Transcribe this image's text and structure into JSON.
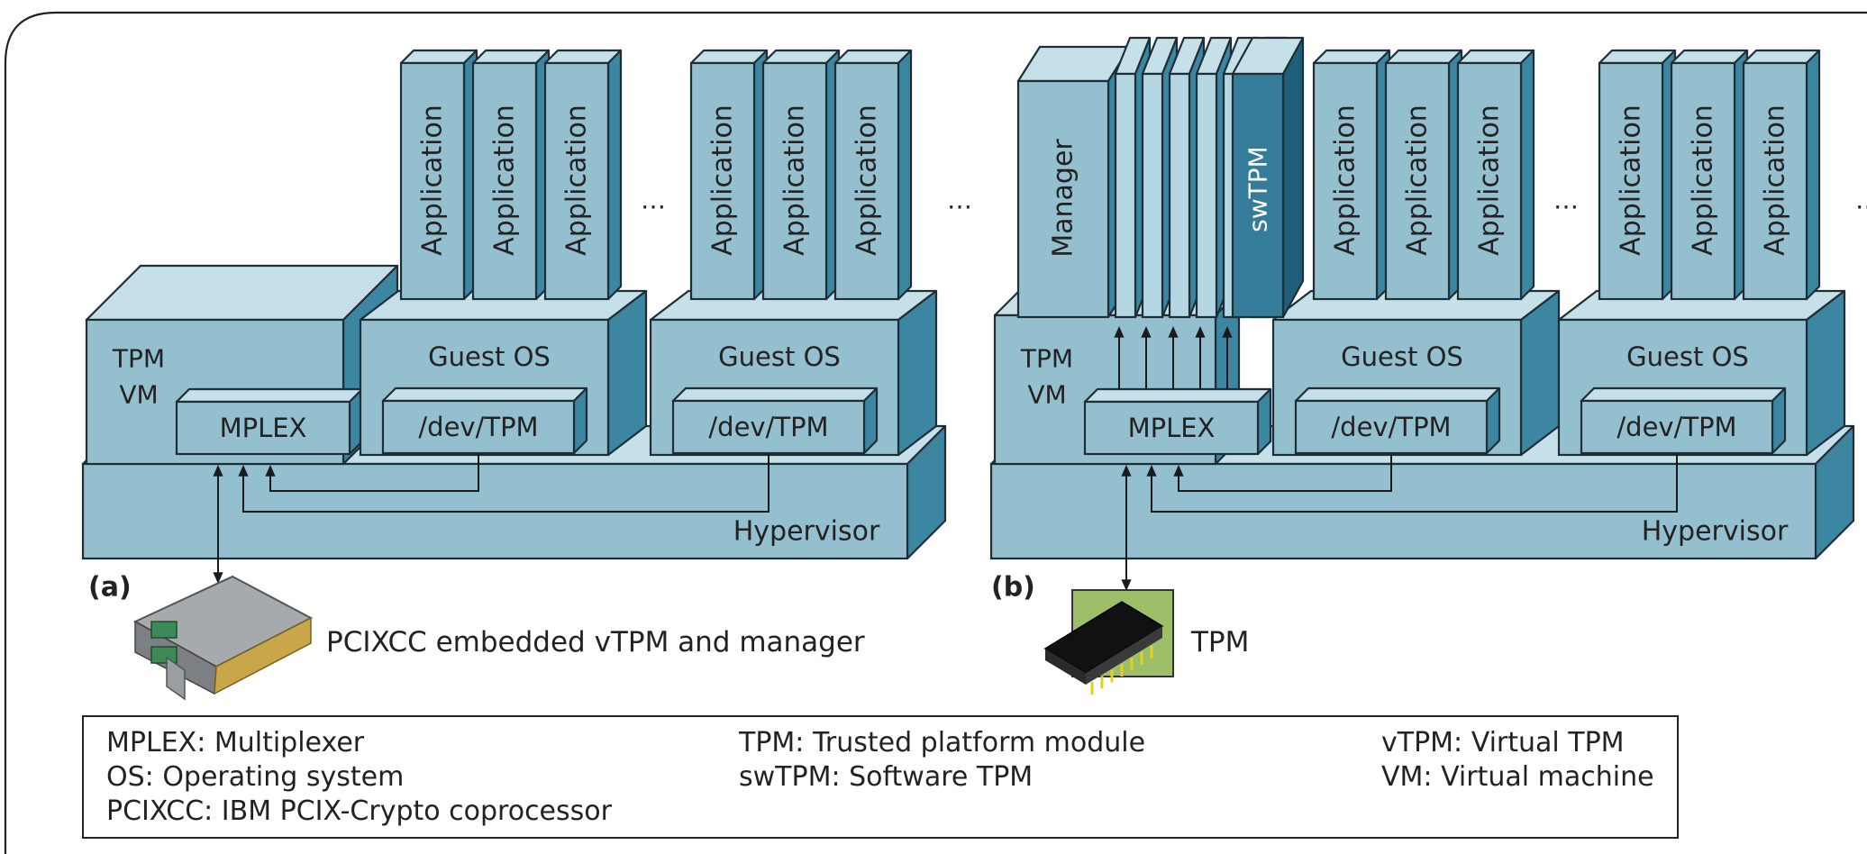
{
  "colors": {
    "face": "#94bfcf",
    "face_light": "#b3d6e2",
    "top": "#c5e0e9",
    "side": "#3d86a2",
    "sw_face": "#347c99",
    "sw_side": "#1f5f7a",
    "outline": "#1e2e36",
    "chip_bg": "#9dbf6a",
    "chip_body": "#111111",
    "chip_pin": "#e6d11e",
    "card_body": "#a7aaad",
    "card_green": "#3d8a58"
  },
  "labels": {
    "application": "Application",
    "guest_os": "Guest OS",
    "dev_tpm": "/dev/TPM",
    "mplex": "MPLEX",
    "hypervisor": "Hypervisor",
    "tpm_vm_line1": "TPM",
    "tpm_vm_line2": "VM",
    "ellipsis": "…",
    "manager": "Manager",
    "swtpm": "swTPM"
  },
  "panels": {
    "a": {
      "tag": "(a)",
      "device_caption": "PCIXCC embedded vTPM and manager",
      "device_icon": "pci-card-icon"
    },
    "b": {
      "tag": "(b)",
      "device_caption": "TPM",
      "device_icon": "tpm-chip-icon"
    }
  },
  "legend": [
    {
      "term": "MPLEX:",
      "definition": "Multiplexer"
    },
    {
      "term": "OS:",
      "definition": "Operating system"
    },
    {
      "term": "PCIXCC:",
      "definition": "IBM PCIX-Crypto coprocessor"
    },
    {
      "term": "TPM:",
      "definition": "Trusted platform module"
    },
    {
      "term": "swTPM:",
      "definition": "Software TPM"
    },
    {
      "term": "vTPM:",
      "definition": "Virtual TPM"
    },
    {
      "term": "VM:",
      "definition": "Virtual machine"
    }
  ]
}
